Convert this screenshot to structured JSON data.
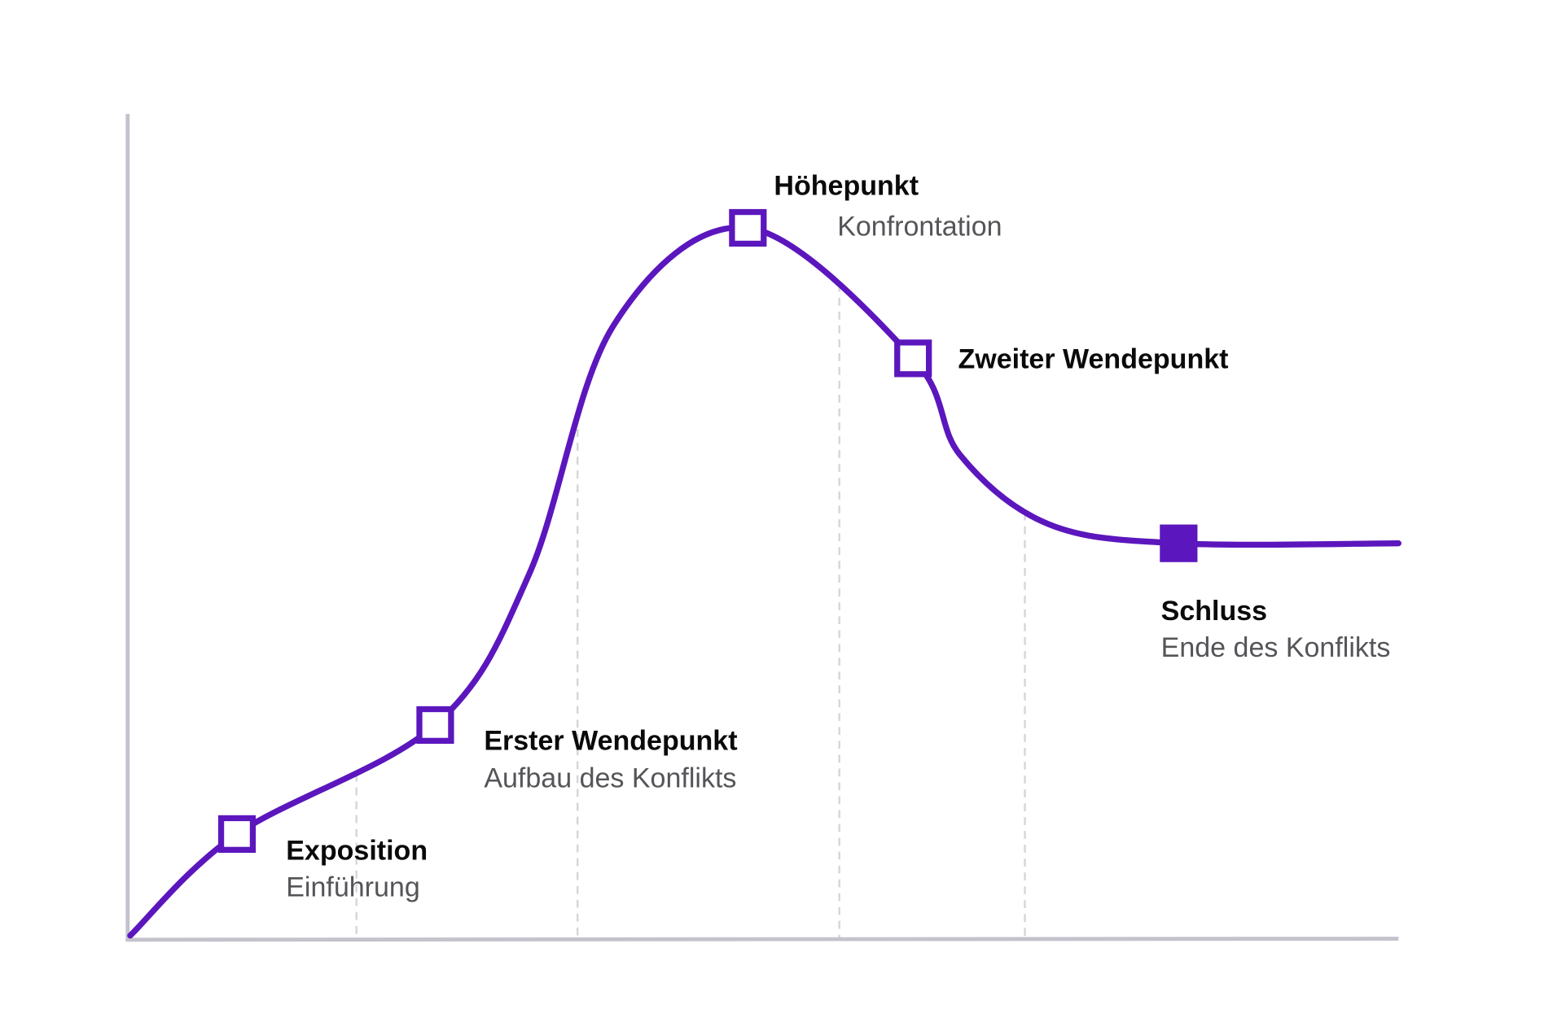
{
  "colors": {
    "curve": "#5b17bd",
    "axis": "#c4c2cc",
    "guide": "#d6d6d6",
    "title": "#0a0a0a",
    "subtitle": "#555559"
  },
  "stages": [
    {
      "title": "Exposition",
      "subtitle": "Einführung"
    },
    {
      "title": "Erster Wendepunkt",
      "subtitle": "Aufbau des Konflikts"
    },
    {
      "title": "Höhepunkt",
      "subtitle": "Konfrontation"
    },
    {
      "title": "Zweiter Wendepunkt"
    },
    {
      "title": "Schluss",
      "subtitle": "Ende des Konflikts"
    }
  ],
  "chart_data": {
    "type": "line",
    "title": "",
    "xlabel": "",
    "ylabel": "",
    "xlim": [
      0,
      100
    ],
    "ylim": [
      0,
      100
    ],
    "grid": false,
    "curve": {
      "x": [
        0.2,
        8.6,
        24.2,
        31.6,
        38.2,
        48.8,
        61.8,
        65.5,
        72.5,
        82.7,
        100
      ],
      "y": [
        0.5,
        12.8,
        26.0,
        44.3,
        74.3,
        86.2,
        70.4,
        58.7,
        50.3,
        48.0,
        48.0
      ]
    },
    "markers": [
      {
        "label": "Exposition",
        "x": 8.6,
        "y": 12.8,
        "filled": false
      },
      {
        "label": "Erster Wendepunkt",
        "x": 24.2,
        "y": 26.0,
        "filled": false
      },
      {
        "label": "Höhepunkt",
        "x": 48.8,
        "y": 86.2,
        "filled": false
      },
      {
        "label": "Zweiter Wendepunkt",
        "x": 61.8,
        "y": 70.4,
        "filled": false
      },
      {
        "label": "Schluss",
        "x": 82.7,
        "y": 48.0,
        "filled": true
      }
    ],
    "guide_lines_x": [
      18.0,
      35.4,
      56.0,
      70.6
    ]
  }
}
